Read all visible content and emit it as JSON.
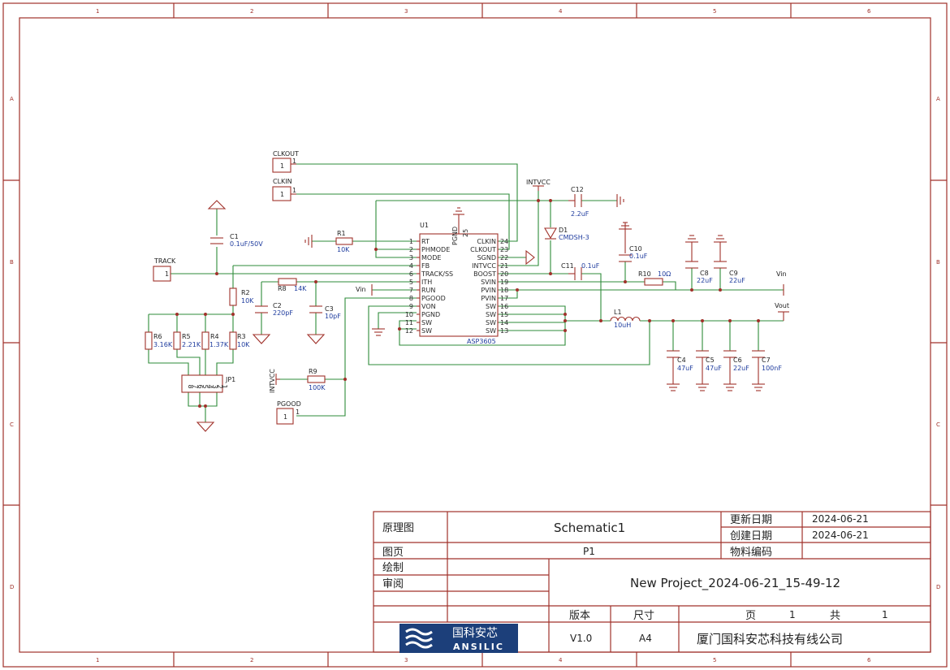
{
  "zones": {
    "cols": [
      "1",
      "2",
      "3",
      "4",
      "5",
      "6"
    ],
    "rows": [
      "A",
      "B",
      "C",
      "D"
    ]
  },
  "chip": {
    "designator": "U1",
    "part": "ASP3605",
    "top_pin": "PGND",
    "top_pin_num": "25",
    "left_pins": [
      {
        "num": "1",
        "name": "RT"
      },
      {
        "num": "2",
        "name": "PHMODE"
      },
      {
        "num": "3",
        "name": "MODE"
      },
      {
        "num": "4",
        "name": "FB"
      },
      {
        "num": "6",
        "name": "TRACK/SS"
      },
      {
        "num": "5",
        "name": "ITH"
      },
      {
        "num": "7",
        "name": "RUN"
      },
      {
        "num": "8",
        "name": "PGOOD"
      },
      {
        "num": "9",
        "name": "VON"
      },
      {
        "num": "10",
        "name": "PGND"
      },
      {
        "num": "11",
        "name": "SW"
      },
      {
        "num": "12",
        "name": "SW"
      }
    ],
    "right_pins": [
      {
        "num": "24",
        "name": "CLKIN"
      },
      {
        "num": "23",
        "name": "CLKOUT"
      },
      {
        "num": "22",
        "name": "SGND"
      },
      {
        "num": "21",
        "name": "INTVCC"
      },
      {
        "num": "20",
        "name": "BOOST"
      },
      {
        "num": "19",
        "name": "SVIN"
      },
      {
        "num": "18",
        "name": "PVIN"
      },
      {
        "num": "17",
        "name": "PVIN"
      },
      {
        "num": "16",
        "name": "SW"
      },
      {
        "num": "15",
        "name": "SW"
      },
      {
        "num": "14",
        "name": "SW"
      },
      {
        "num": "13",
        "name": "SW"
      }
    ]
  },
  "connectors": {
    "clkout": {
      "name": "CLKOUT",
      "pin": "1"
    },
    "clkin": {
      "name": "CLKIN",
      "pin": "1"
    },
    "track": {
      "name": "TRACK",
      "pin": "1"
    },
    "pgood": {
      "name": "PGOOD",
      "pin": "1"
    },
    "jp1": {
      "name": "JP1",
      "top_pins": [
        "8",
        "7",
        "6",
        "5",
        "4",
        "3",
        "2",
        "1"
      ]
    }
  },
  "nets": {
    "intvcc": "INTVCC",
    "intvcc2": "INTVCC",
    "vin": "Vin",
    "vin2": "Vin",
    "vout": "Vout"
  },
  "components": {
    "c1": {
      "ref": "C1",
      "value": "0.1uF/50V"
    },
    "r1": {
      "ref": "R1",
      "value": "10K"
    },
    "r2": {
      "ref": "R2",
      "value": "10K"
    },
    "r8": {
      "ref": "R8",
      "value": "14K"
    },
    "c2": {
      "ref": "C2",
      "value": "220pF"
    },
    "c3": {
      "ref": "C3",
      "value": "10pF"
    },
    "r6": {
      "ref": "R6",
      "value": "3.16K"
    },
    "r5": {
      "ref": "R5",
      "value": "2.21K"
    },
    "r4": {
      "ref": "R4",
      "value": "1.37K"
    },
    "r3": {
      "ref": "R3",
      "value": "10K"
    },
    "r9": {
      "ref": "R9",
      "value": "100K"
    },
    "c12": {
      "ref": "C12",
      "value": "2.2uF"
    },
    "d1": {
      "ref": "D1",
      "value": "CMDSH-3"
    },
    "c10": {
      "ref": "C10",
      "value": "0.1uF"
    },
    "c11": {
      "ref": "C11",
      "value": "0.1uF"
    },
    "r10": {
      "ref": "R10",
      "value": "10Ω"
    },
    "c8": {
      "ref": "C8",
      "value": "22uF"
    },
    "c9": {
      "ref": "C9",
      "value": "22uF"
    },
    "l1": {
      "ref": "L1",
      "value": "10uH"
    },
    "c4": {
      "ref": "C4",
      "value": "47uF"
    },
    "c5": {
      "ref": "C5",
      "value": "47uF"
    },
    "c6": {
      "ref": "C6",
      "value": "22uF"
    },
    "c7": {
      "ref": "C7",
      "value": "100nF"
    }
  },
  "title_block": {
    "type_label": "原理图",
    "sheet_name": "Schematic1",
    "update_label": "更新日期",
    "update_date": "2024-06-21",
    "create_label": "创建日期",
    "create_date": "2024-06-21",
    "page_label": "图页",
    "page_value": "P1",
    "material_label": "物料编码",
    "drawn_label": "绘制",
    "review_label": "审阅",
    "project": "New Project_2024-06-21_15-49-12",
    "version_label": "版本",
    "size_label": "尺寸",
    "page_word": "页",
    "page_num": "1",
    "total_word": "共",
    "total_num": "1",
    "version": "V1.0",
    "size": "A4",
    "company": "厦门国科安芯科技有线公司",
    "logo_cn": "国科安芯",
    "logo_en": "ANSILIC",
    "logo_bg": "#1c3f7a"
  }
}
